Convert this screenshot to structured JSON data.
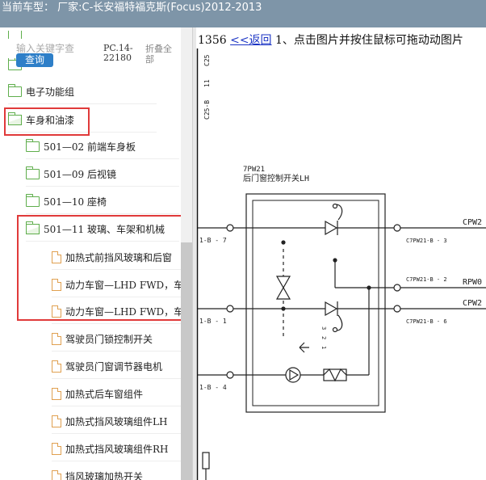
{
  "titlebar": {
    "text": "当前车型： 厂家:C-长安福特福克斯(Focus)2012-2013"
  },
  "sidebar": {
    "search_placeholder": "输入关键字查",
    "query_label": "查询",
    "pc_code": "PC.14-22180",
    "collapse_all": "折叠全部",
    "items": [
      {
        "label": "电子功能组",
        "icon": "folder-icon"
      },
      {
        "label": "车身和油漆",
        "icon": "folder-open-icon"
      },
      {
        "label": "501—02 前端车身板",
        "icon": "folder-icon"
      },
      {
        "label": "501—09 后视镜",
        "icon": "folder-icon"
      },
      {
        "label": "501—10 座椅",
        "icon": "folder-icon"
      },
      {
        "label": "501—11 玻璃、车架和机械",
        "icon": "folder-open-icon"
      },
      {
        "label": "加热式前挡风玻璃和后窗",
        "icon": "file-icon"
      },
      {
        "label": "动力车窗—LHD FWD，车",
        "icon": "file-icon"
      },
      {
        "label": "动力车窗—LHD FWD，车",
        "icon": "file-icon"
      },
      {
        "label": "驾驶员门锁控制开关",
        "icon": "file-icon"
      },
      {
        "label": "驾驶员门窗调节器电机",
        "icon": "file-icon"
      },
      {
        "label": "加热式后车窗组件",
        "icon": "file-icon"
      },
      {
        "label": "加热式挡风玻璃组件LH",
        "icon": "file-icon"
      },
      {
        "label": "加热式挡风玻璃组件RH",
        "icon": "file-icon"
      },
      {
        "label": "挡风玻璃加热开关",
        "icon": "file-icon"
      }
    ]
  },
  "content": {
    "page_no": "1356",
    "back_label": "<<返回",
    "instruction": "1、点击图片并按住鼠标可拖动动图片"
  },
  "diagram": {
    "conn_top_left": "C25",
    "pin_11": "11",
    "conn_b": "C25-B",
    "component_id": "7PW21",
    "component_name": "后门窗控制开关LH",
    "left_pins": [
      "1-B - 7",
      "1-B - 1",
      "1-B - 4"
    ],
    "right_pins": [
      "C7PW21-B - 3",
      "C7PW21-B - 2",
      "C7PW21-B - 6"
    ],
    "wire_labels": [
      "CPW2",
      "RPW0",
      "CPW2"
    ],
    "switch_pos": [
      "3",
      "2",
      "1"
    ],
    "colors": {
      "accent": "#2e7fc8",
      "highlight": "#e03a3a",
      "titlebar": "#7e95a8",
      "link": "#1a33c4"
    }
  }
}
